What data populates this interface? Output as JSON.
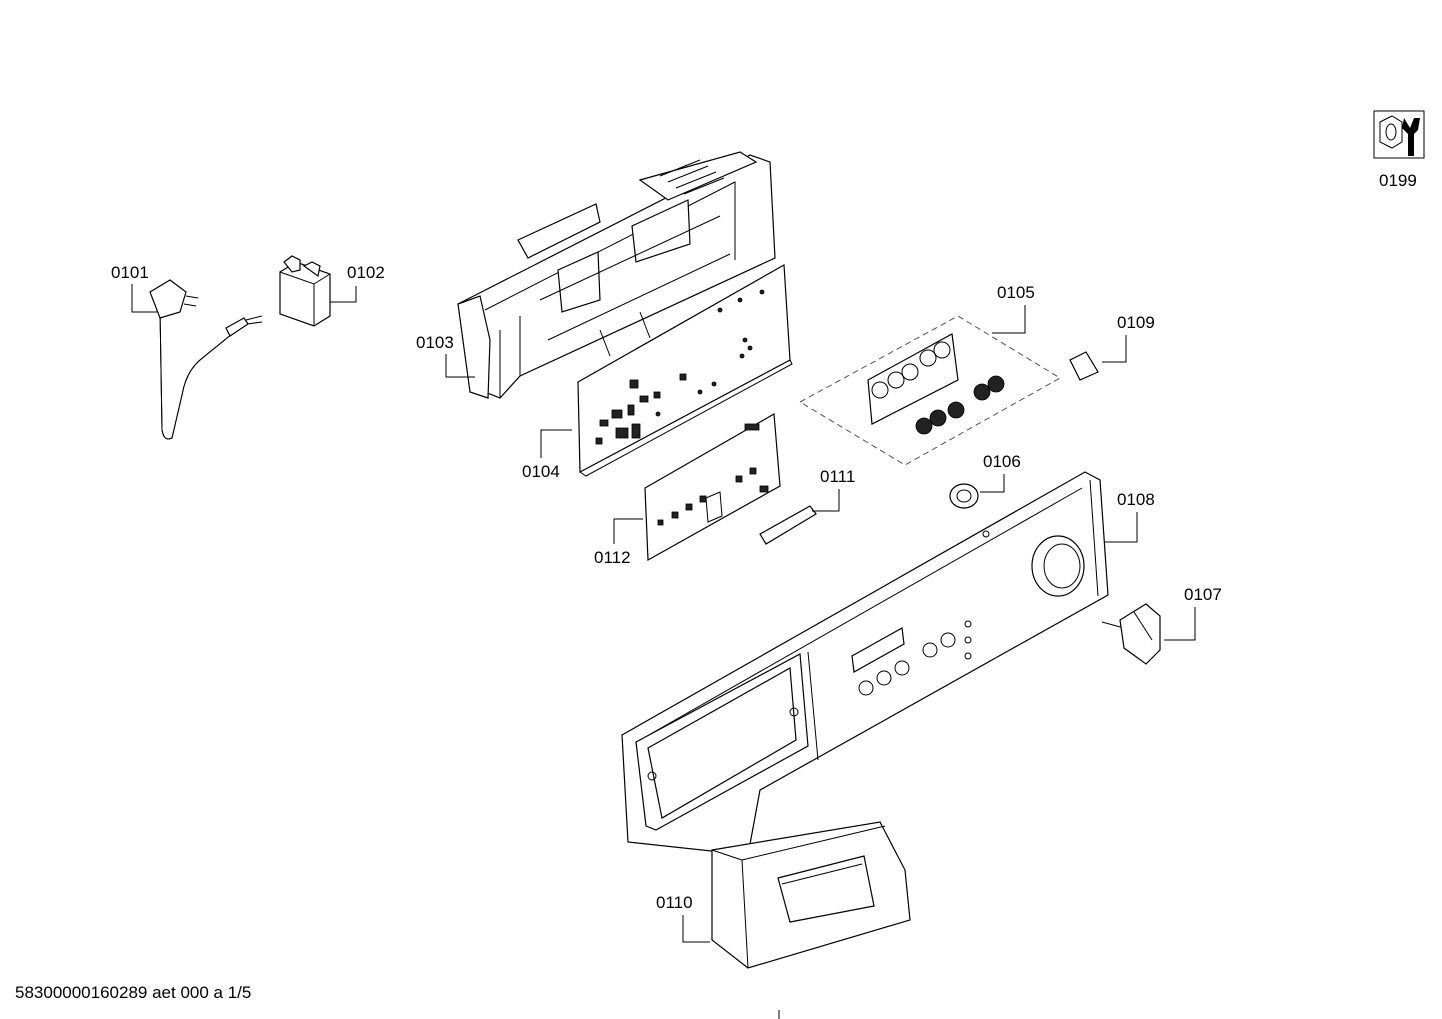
{
  "footer_text": "58300000160289 aet 000 a 1/5",
  "tool_icon": {
    "icon": "wrench-nut-icon",
    "label": "0199"
  },
  "parts": [
    {
      "id": "0101",
      "name": "power-cord-plug"
    },
    {
      "id": "0102",
      "name": "interference-suppressor"
    },
    {
      "id": "0103",
      "name": "control-module-housing"
    },
    {
      "id": "0104",
      "name": "main-circuit-board"
    },
    {
      "id": "0105",
      "name": "operating-module-set"
    },
    {
      "id": "0106",
      "name": "button-insert"
    },
    {
      "id": "0107",
      "name": "program-knob"
    },
    {
      "id": "0108",
      "name": "fascia-panel"
    },
    {
      "id": "0109",
      "name": "clip"
    },
    {
      "id": "0110",
      "name": "dispenser-drawer-handle"
    },
    {
      "id": "0111",
      "name": "window-lens"
    },
    {
      "id": "0112",
      "name": "display-circuit-board"
    }
  ]
}
